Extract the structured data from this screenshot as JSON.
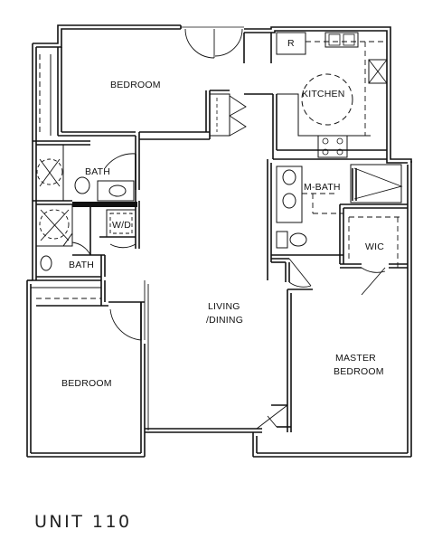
{
  "unit_title": "UNIT 110",
  "rooms": {
    "bedroom_top": "BEDROOM",
    "kitchen": "KITCHEN",
    "bath_upper": "BATH",
    "washer_dryer": "W/D",
    "bath_lower": "BATH",
    "m_bath": "M-BATH",
    "wic": "WIC",
    "living_line1": "LIVING",
    "living_line2": "/DINING",
    "bedroom_bottom": "BEDROOM",
    "master_line1": "MASTER",
    "master_line2": "BEDROOM",
    "refrigerator": "R"
  }
}
